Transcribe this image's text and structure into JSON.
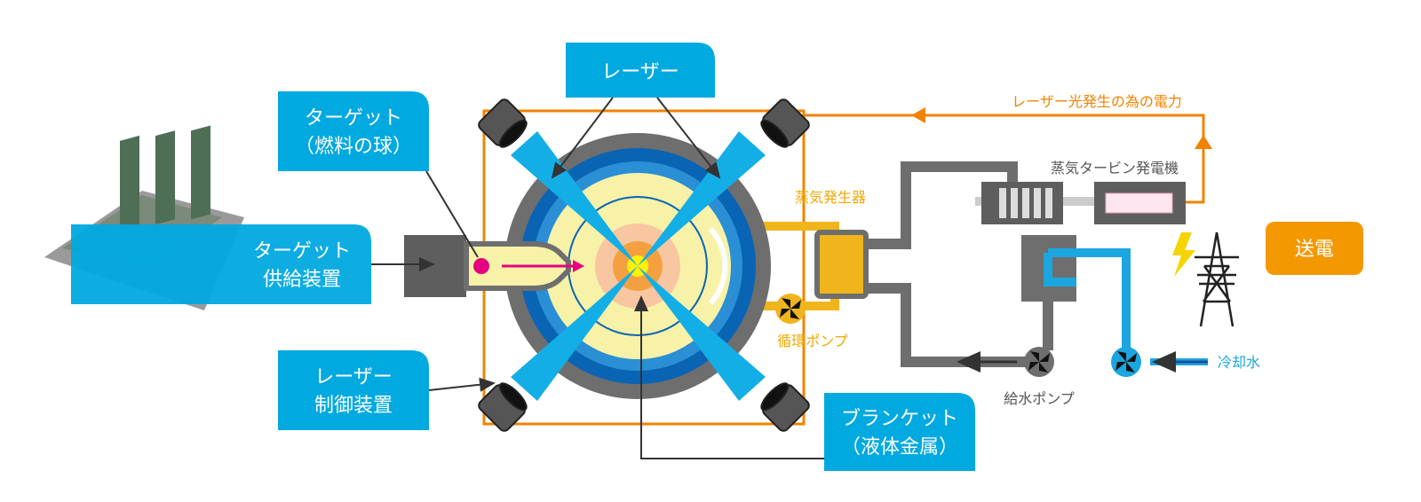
{
  "labels": {
    "laser": "レーザー",
    "target_line1": "ターゲット",
    "target_line2": "（燃料の球）",
    "target_supply_line1": "ターゲット",
    "target_supply_line2": "供給装置",
    "laser_control_line1": "レーザー",
    "laser_control_line2": "制御装置",
    "blanket_line1": "ブランケット",
    "blanket_line2": "（液体金属）",
    "steam_generator": "蒸気発生器",
    "circulation_pump": "循環ポンプ",
    "steam_turbine_generator": "蒸気タービン発電機",
    "laser_power": "レーザー光発生の為の電力",
    "power_transmission": "送電",
    "cooling_water": "冷却水",
    "feed_pump": "給水ポンプ"
  },
  "colors": {
    "label_blue": "#00a9e0",
    "orange": "#f08300",
    "yellow_pipe": "#f0b51c",
    "grey_pipe": "#6e6e6e",
    "water_blue": "#1ba6df",
    "transmit_orange": "#f39800"
  }
}
